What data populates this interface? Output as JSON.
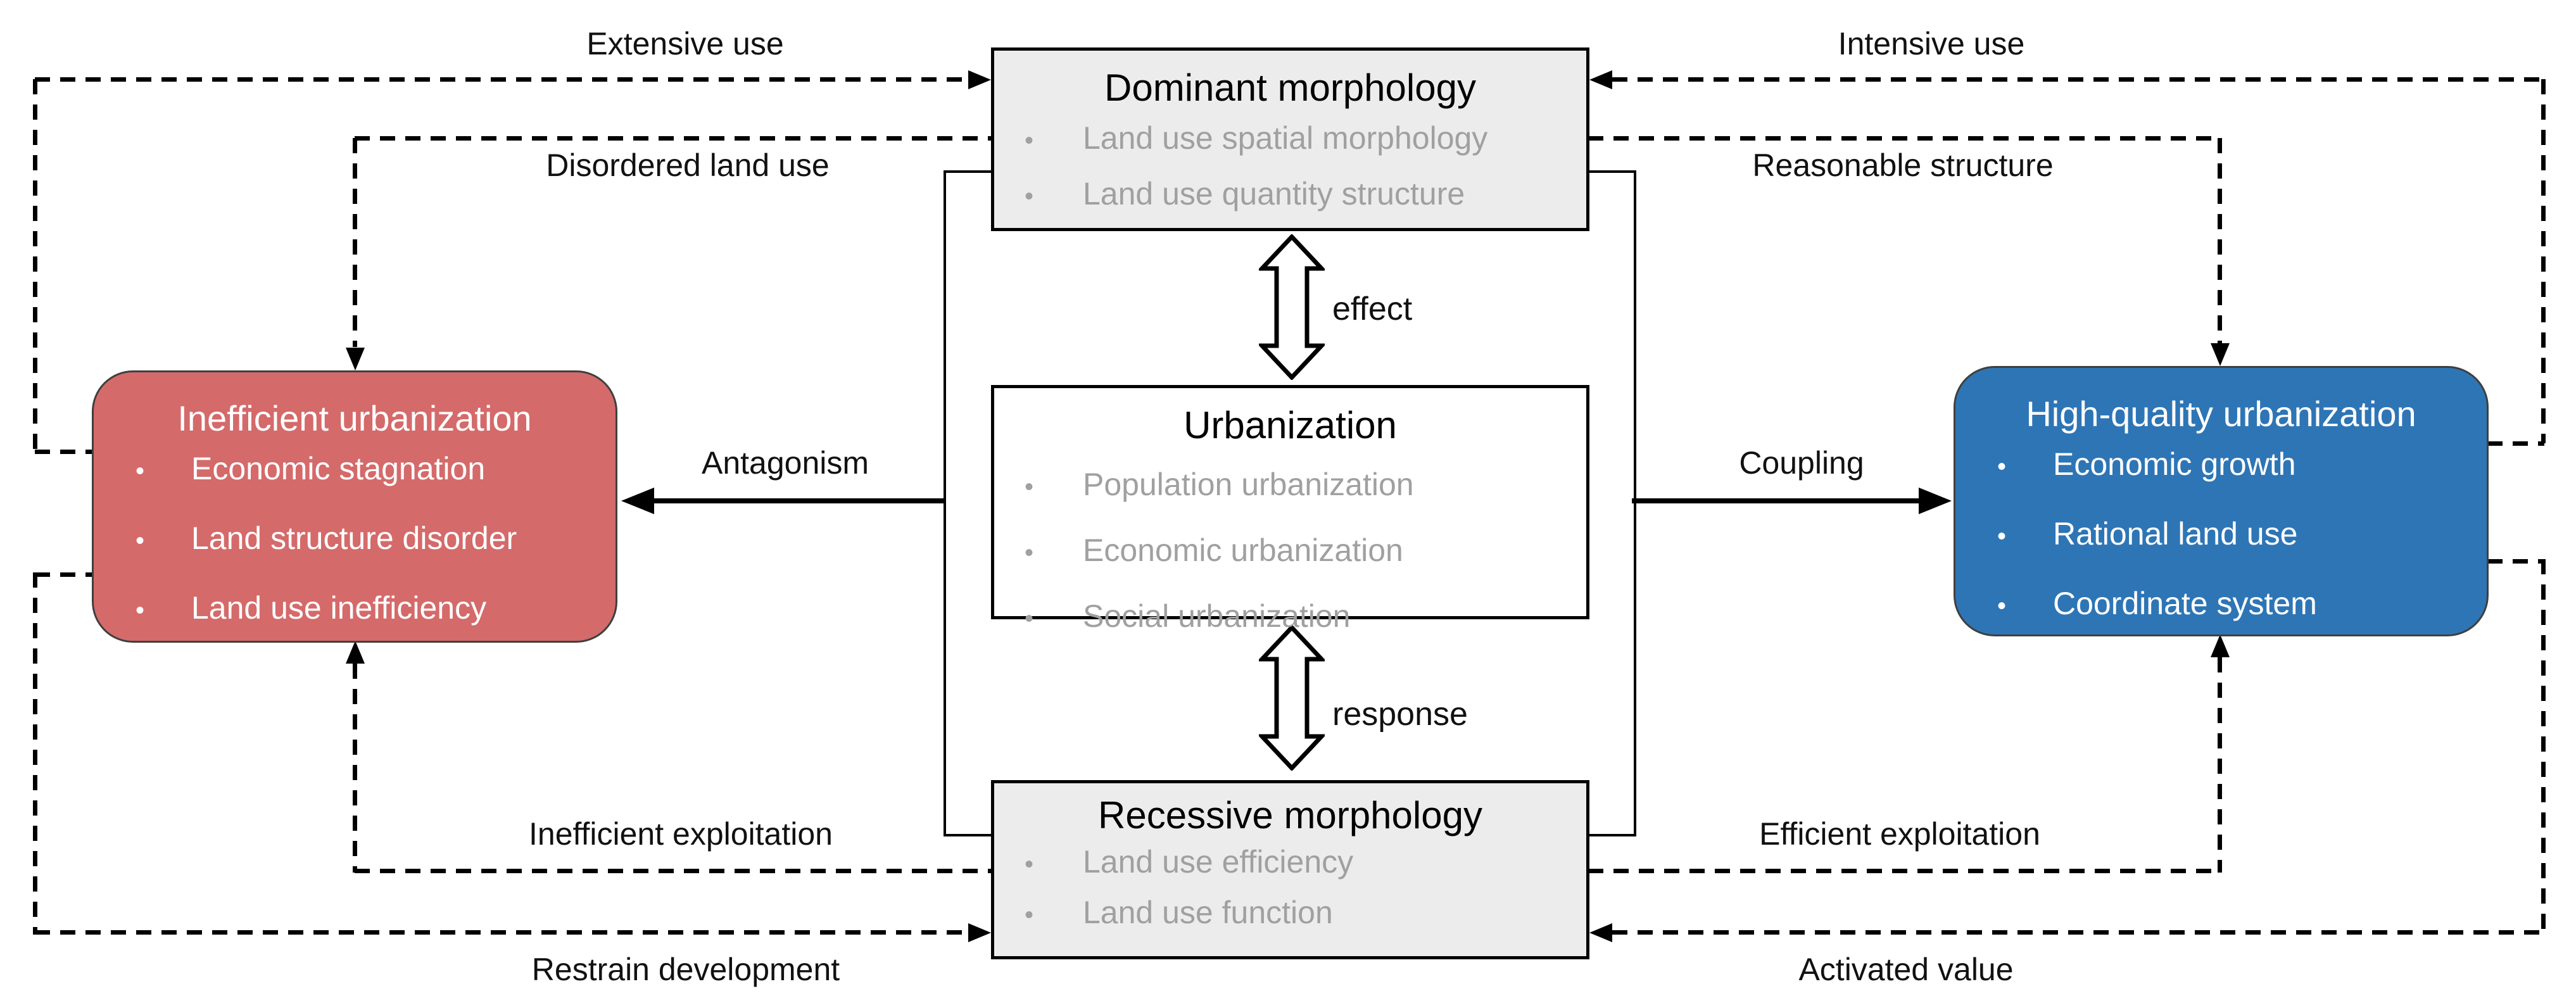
{
  "diagram": {
    "center_column": {
      "dominant": {
        "title": "Dominant morphology",
        "bullets": [
          "Land use spatial morphology",
          "Land use quantity structure"
        ]
      },
      "urbanization": {
        "title": "Urbanization",
        "bullets": [
          "Population urbanization",
          "Economic urbanization",
          "Social urbanization"
        ]
      },
      "recessive": {
        "title": "Recessive morphology",
        "bullets": [
          "Land use efficiency",
          "Land use function"
        ]
      }
    },
    "side_boxes": {
      "inefficient": {
        "title": "Inefficient urbanization",
        "bullets": [
          "Economic stagnation",
          "Land structure disorder",
          "Land use inefficiency"
        ]
      },
      "high_quality": {
        "title": "High-quality urbanization",
        "bullets": [
          "Economic growth",
          "Rational land use",
          "Coordinate system"
        ]
      }
    },
    "edge_labels": {
      "extensive_use": "Extensive use",
      "intensive_use": "Intensive use",
      "disordered_land_use": "Disordered land use",
      "reasonable_structure": "Reasonable structure",
      "antagonism": "Antagonism",
      "coupling": "Coupling",
      "effect": "effect",
      "response": "response",
      "inefficient_exploitation": "Inefficient exploitation",
      "efficient_exploitation": "Efficient exploitation",
      "restrain_development": "Restrain development",
      "activated_value": "Activated value"
    },
    "colors": {
      "inefficient_fill": "#d56a6a",
      "high_quality_fill": "#2e75b5",
      "morphology_fill": "#ececec",
      "urbanization_fill": "#ffffff",
      "bullet_text": "#a0a0a0",
      "line_color": "#000000"
    }
  }
}
